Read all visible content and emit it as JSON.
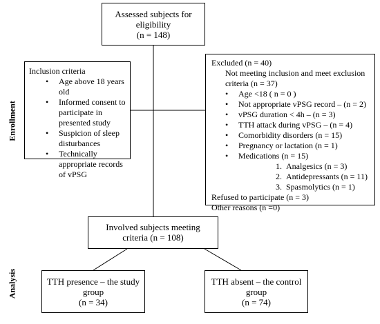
{
  "boxes": {
    "assessed": {
      "line1": "Assessed subjects for",
      "line2": "eligibility",
      "line3": "(n = 148)"
    },
    "inclusion": {
      "title": "Inclusion criteria",
      "items": [
        "Age above 18 years old",
        "Informed consent to participate in presented study",
        "Suspicion of sleep disturbances",
        "Technically appropriate records of vPSG"
      ]
    },
    "excluded": {
      "title": "Excluded (n = 40)",
      "not_meeting_line1": "Not meeting inclusion and meet exclusion",
      "not_meeting_line2": "criteria (n = 37)",
      "items": [
        "Age <18 ( n = 0 )",
        "Not appropriate vPSG record – (n = 2)",
        "vPSG duration < 4h – (n = 3)",
        "TTH attack during vPSG – (n = 4)",
        "Comorbidity disorders (n = 15)",
        "Pregnancy or lactation (n = 1)",
        "Medications  (n = 15)"
      ],
      "medications": [
        {
          "num": "1.",
          "label": "Analgesics (n = 3)"
        },
        {
          "num": "2.",
          "label": "Antidepressants (n = 11)"
        },
        {
          "num": "3.",
          "label": "Spasmolytics (n = 1)"
        }
      ],
      "refused": "Refused to participate (n = 3)",
      "other": "Other reasons (n =0)"
    },
    "involved": {
      "line1": "Involved subjects meeting",
      "line2": "criteria  (n = 108)"
    },
    "tth_presence": {
      "line1": "TTH presence – the study",
      "line2": "group",
      "line3": "(n = 34)"
    },
    "tth_absent": {
      "line1": "TTH absent – the control",
      "line2": "group",
      "line3": "(n = 74)"
    }
  },
  "side_labels": {
    "enrollment": "Enrollment",
    "analysis": "Analysis"
  }
}
